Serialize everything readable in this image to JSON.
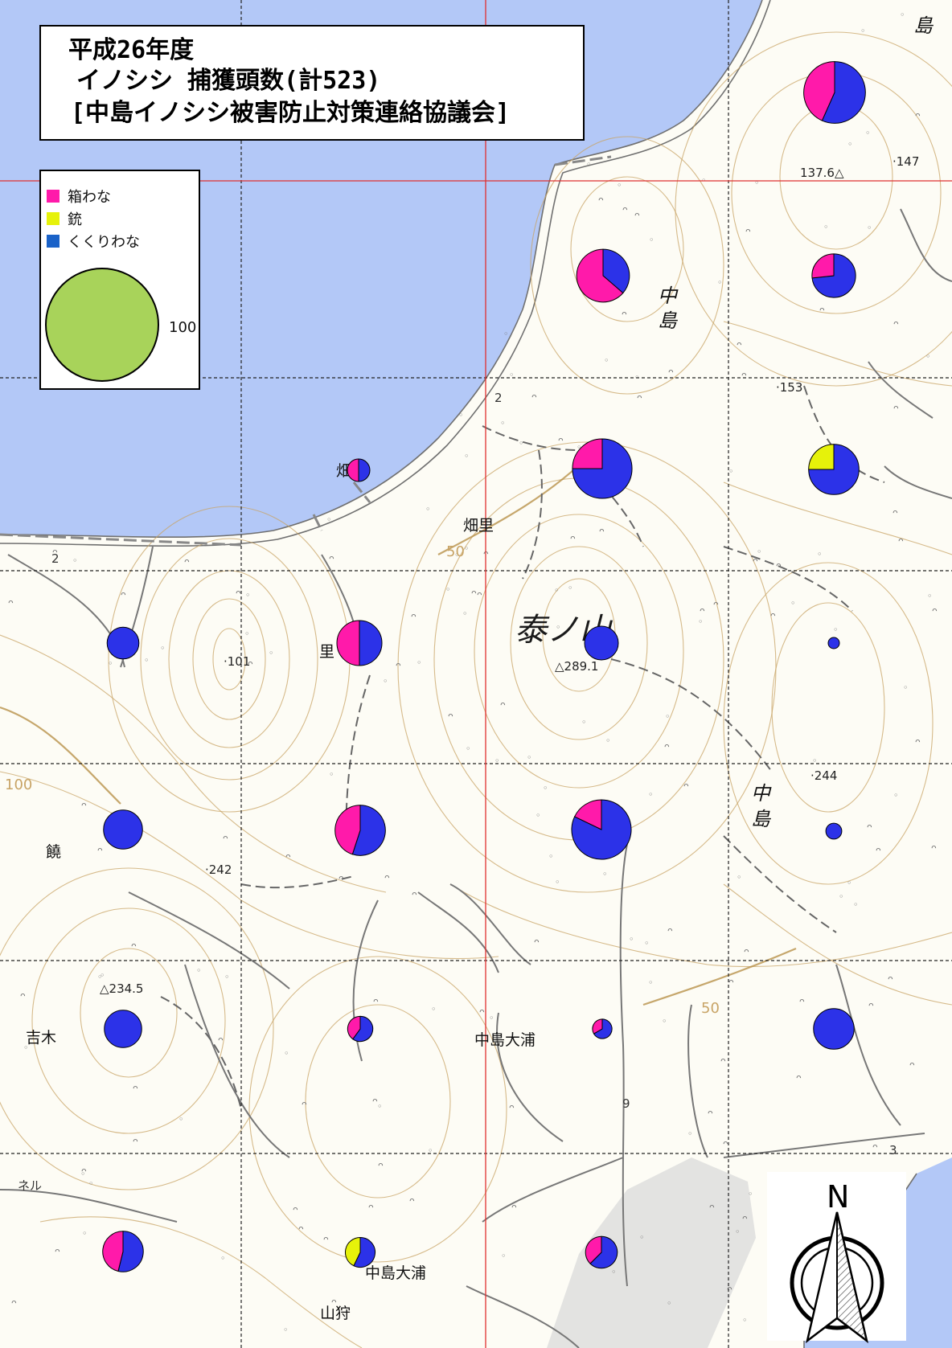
{
  "title": {
    "line1": "平成26年度",
    "line2": "イノシシ 捕獲頭数(計523)",
    "line3": "[中島イノシシ被害防止対策連絡協議会]"
  },
  "legend": {
    "items": [
      {
        "label": "箱わな",
        "color": "#ff1aaa"
      },
      {
        "label": "銃",
        "color": "#e6f20a"
      },
      {
        "label": "くくりわな",
        "color": "#1a62c8"
      }
    ],
    "size_circle_color": "#a8d35a",
    "size_circle_value": "100"
  },
  "colors": {
    "sea": "#b3c8f7",
    "land": "#fdfcf5",
    "contour": "#c8a466",
    "grid": "#222222",
    "red_grid": "#e03030",
    "box_trap": "#ff1aaa",
    "gun": "#e6f20a",
    "snare": "#2c32e8"
  },
  "place_labels": {
    "hatake_sato_1": "畑里",
    "hatake_sato_2": "畑里",
    "sato": "里",
    "taino_yama": "泰ノ山",
    "nakajima_1": "中",
    "nakajima_1b": "島",
    "nakajima_2": "中",
    "nakajima_2b": "島",
    "island_corner": "島",
    "nyo": "饒",
    "yoshiki": "吉木",
    "nakajima_oura_1": "中島大浦",
    "nakajima_oura_2": "中島大浦",
    "yamagari": "山狩",
    "tunnel": "ネル"
  },
  "elevations": {
    "e137": "137.6△",
    "e147": "·147",
    "e153": "·153",
    "e101": "·101",
    "e289": "△289.1",
    "e242": "·242",
    "e244": "·244",
    "e234": "△234.5",
    "c50a": "50",
    "c50b": "50",
    "c100": "100"
  },
  "road_numbers": {
    "r2a": "2",
    "r2b": "2",
    "r9": "9",
    "r3": "3"
  },
  "compass": {
    "north_label": "N"
  },
  "pies": [
    {
      "total": 30,
      "box": 13,
      "gun": 0,
      "snare": 17
    },
    {
      "total": 22,
      "box": 14,
      "gun": 0,
      "snare": 8
    },
    {
      "total": 15,
      "box": 4,
      "gun": 0,
      "snare": 11
    },
    {
      "total": 4,
      "box": 2,
      "gun": 0,
      "snare": 2
    },
    {
      "total": 28,
      "box": 7,
      "gun": 0,
      "snare": 21
    },
    {
      "total": 20,
      "box": 0,
      "gun": 5,
      "snare": 15
    },
    {
      "total": 8,
      "box": 0,
      "gun": 0,
      "snare": 8
    },
    {
      "total": 16,
      "box": 8,
      "gun": 0,
      "snare": 8
    },
    {
      "total": 9,
      "box": 0,
      "gun": 0,
      "snare": 9
    },
    {
      "total": 1,
      "box": 0,
      "gun": 0,
      "snare": 1
    },
    {
      "total": 12,
      "box": 0,
      "gun": 0,
      "snare": 12
    },
    {
      "total": 20,
      "box": 9,
      "gun": 0,
      "snare": 11
    },
    {
      "total": 28,
      "box": 5,
      "gun": 0,
      "snare": 23
    },
    {
      "total": 2,
      "box": 0,
      "gun": 0,
      "snare": 2
    },
    {
      "total": 11,
      "box": 0,
      "gun": 0,
      "snare": 11
    },
    {
      "total": 5,
      "box": 2,
      "gun": 0,
      "snare": 3
    },
    {
      "total": 3,
      "box": 1,
      "gun": 0,
      "snare": 2
    },
    {
      "total": 13,
      "box": 0,
      "gun": 0,
      "snare": 13
    },
    {
      "total": 13,
      "box": 6,
      "gun": 0,
      "snare": 7
    },
    {
      "total": 7,
      "box": 0,
      "gun": 3,
      "snare": 4
    },
    {
      "total": 8,
      "box": 3,
      "gun": 0,
      "snare": 5
    }
  ]
}
